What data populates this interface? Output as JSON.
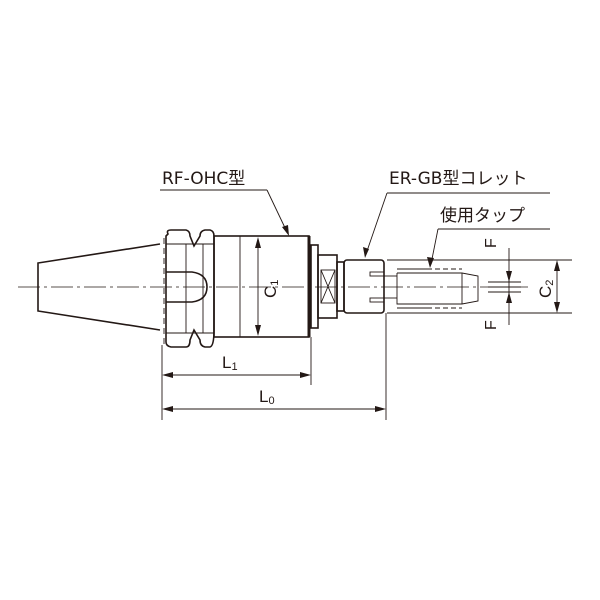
{
  "drawing": {
    "title": "Tapping holder assembly drawing",
    "colors": {
      "line": "#231815",
      "background": "#ffffff"
    },
    "callouts": [
      {
        "id": "holder",
        "label": "RF-OHC型"
      },
      {
        "id": "collet",
        "label": "ER-GB型コレット"
      },
      {
        "id": "tap",
        "label": "使用タップ"
      }
    ],
    "dimensions": {
      "L0": {
        "main": "L",
        "sub": "0"
      },
      "L1": {
        "main": "L",
        "sub": "1"
      },
      "C1": {
        "main": "C",
        "sub": "1"
      },
      "C2": {
        "main": "C",
        "sub": "2"
      },
      "F_top": "F",
      "F_bottom": "F"
    }
  }
}
